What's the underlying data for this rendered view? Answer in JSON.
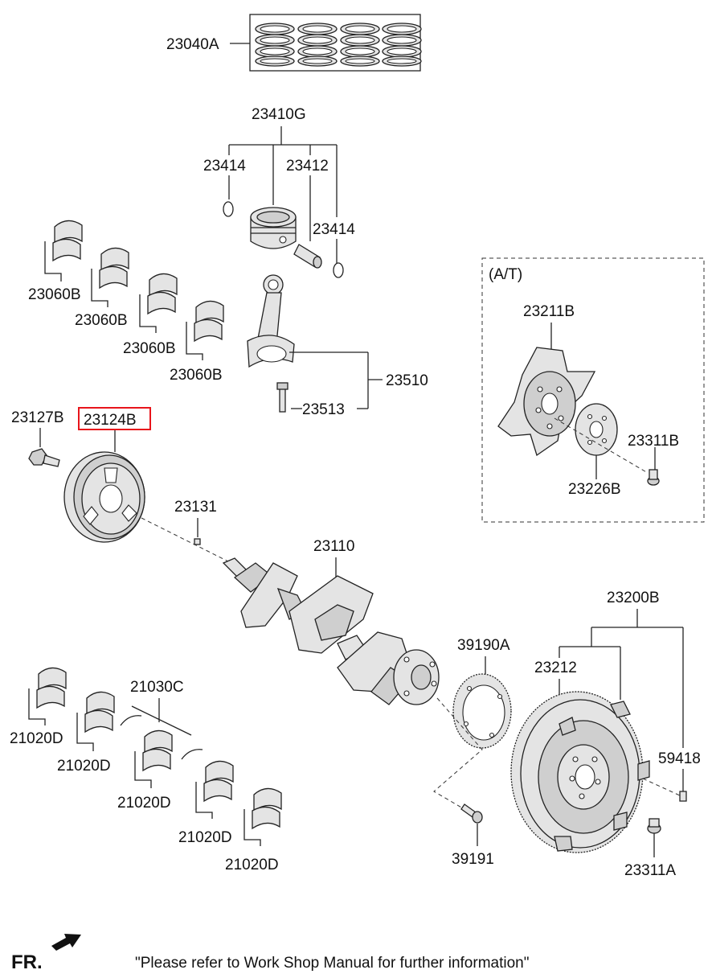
{
  "labels": {
    "piston_ring_set": "23040A",
    "piston_assy": "23410G",
    "snap_ring_left": "23414",
    "piston_pin": "23412",
    "snap_ring_right": "23414",
    "conrod_bearing_1": "23060B",
    "conrod_bearing_2": "23060B",
    "conrod_bearing_3": "23060B",
    "conrod_bearing_4": "23060B",
    "conrod_assy": "23510",
    "conrod_bolt": "23513",
    "pulley_bolt": "23127B",
    "crank_pulley": "23124B",
    "key": "23131",
    "crankshaft": "23110",
    "drive_plate": "23211B",
    "drive_plate_bolt": "23311B",
    "adapter_plate": "23226B",
    "flywheel_assy": "23200B",
    "flywheel": "23212",
    "ring_sensor": "39190A",
    "dowel_pin": "59418",
    "sensor_screw": "39191",
    "flywheel_bolt": "23311A",
    "thrust_washer": "21030C",
    "main_bearing_1": "21020D",
    "main_bearing_2": "21020D",
    "main_bearing_3": "21020D",
    "main_bearing_4": "21020D",
    "main_bearing_5": "21020D"
  },
  "at_section": {
    "title": "(A/T)"
  },
  "highlight": {
    "color": "#e8151b"
  },
  "footer": {
    "direction": "FR.",
    "note": "\"Please refer to Work Shop Manual for further information\""
  }
}
